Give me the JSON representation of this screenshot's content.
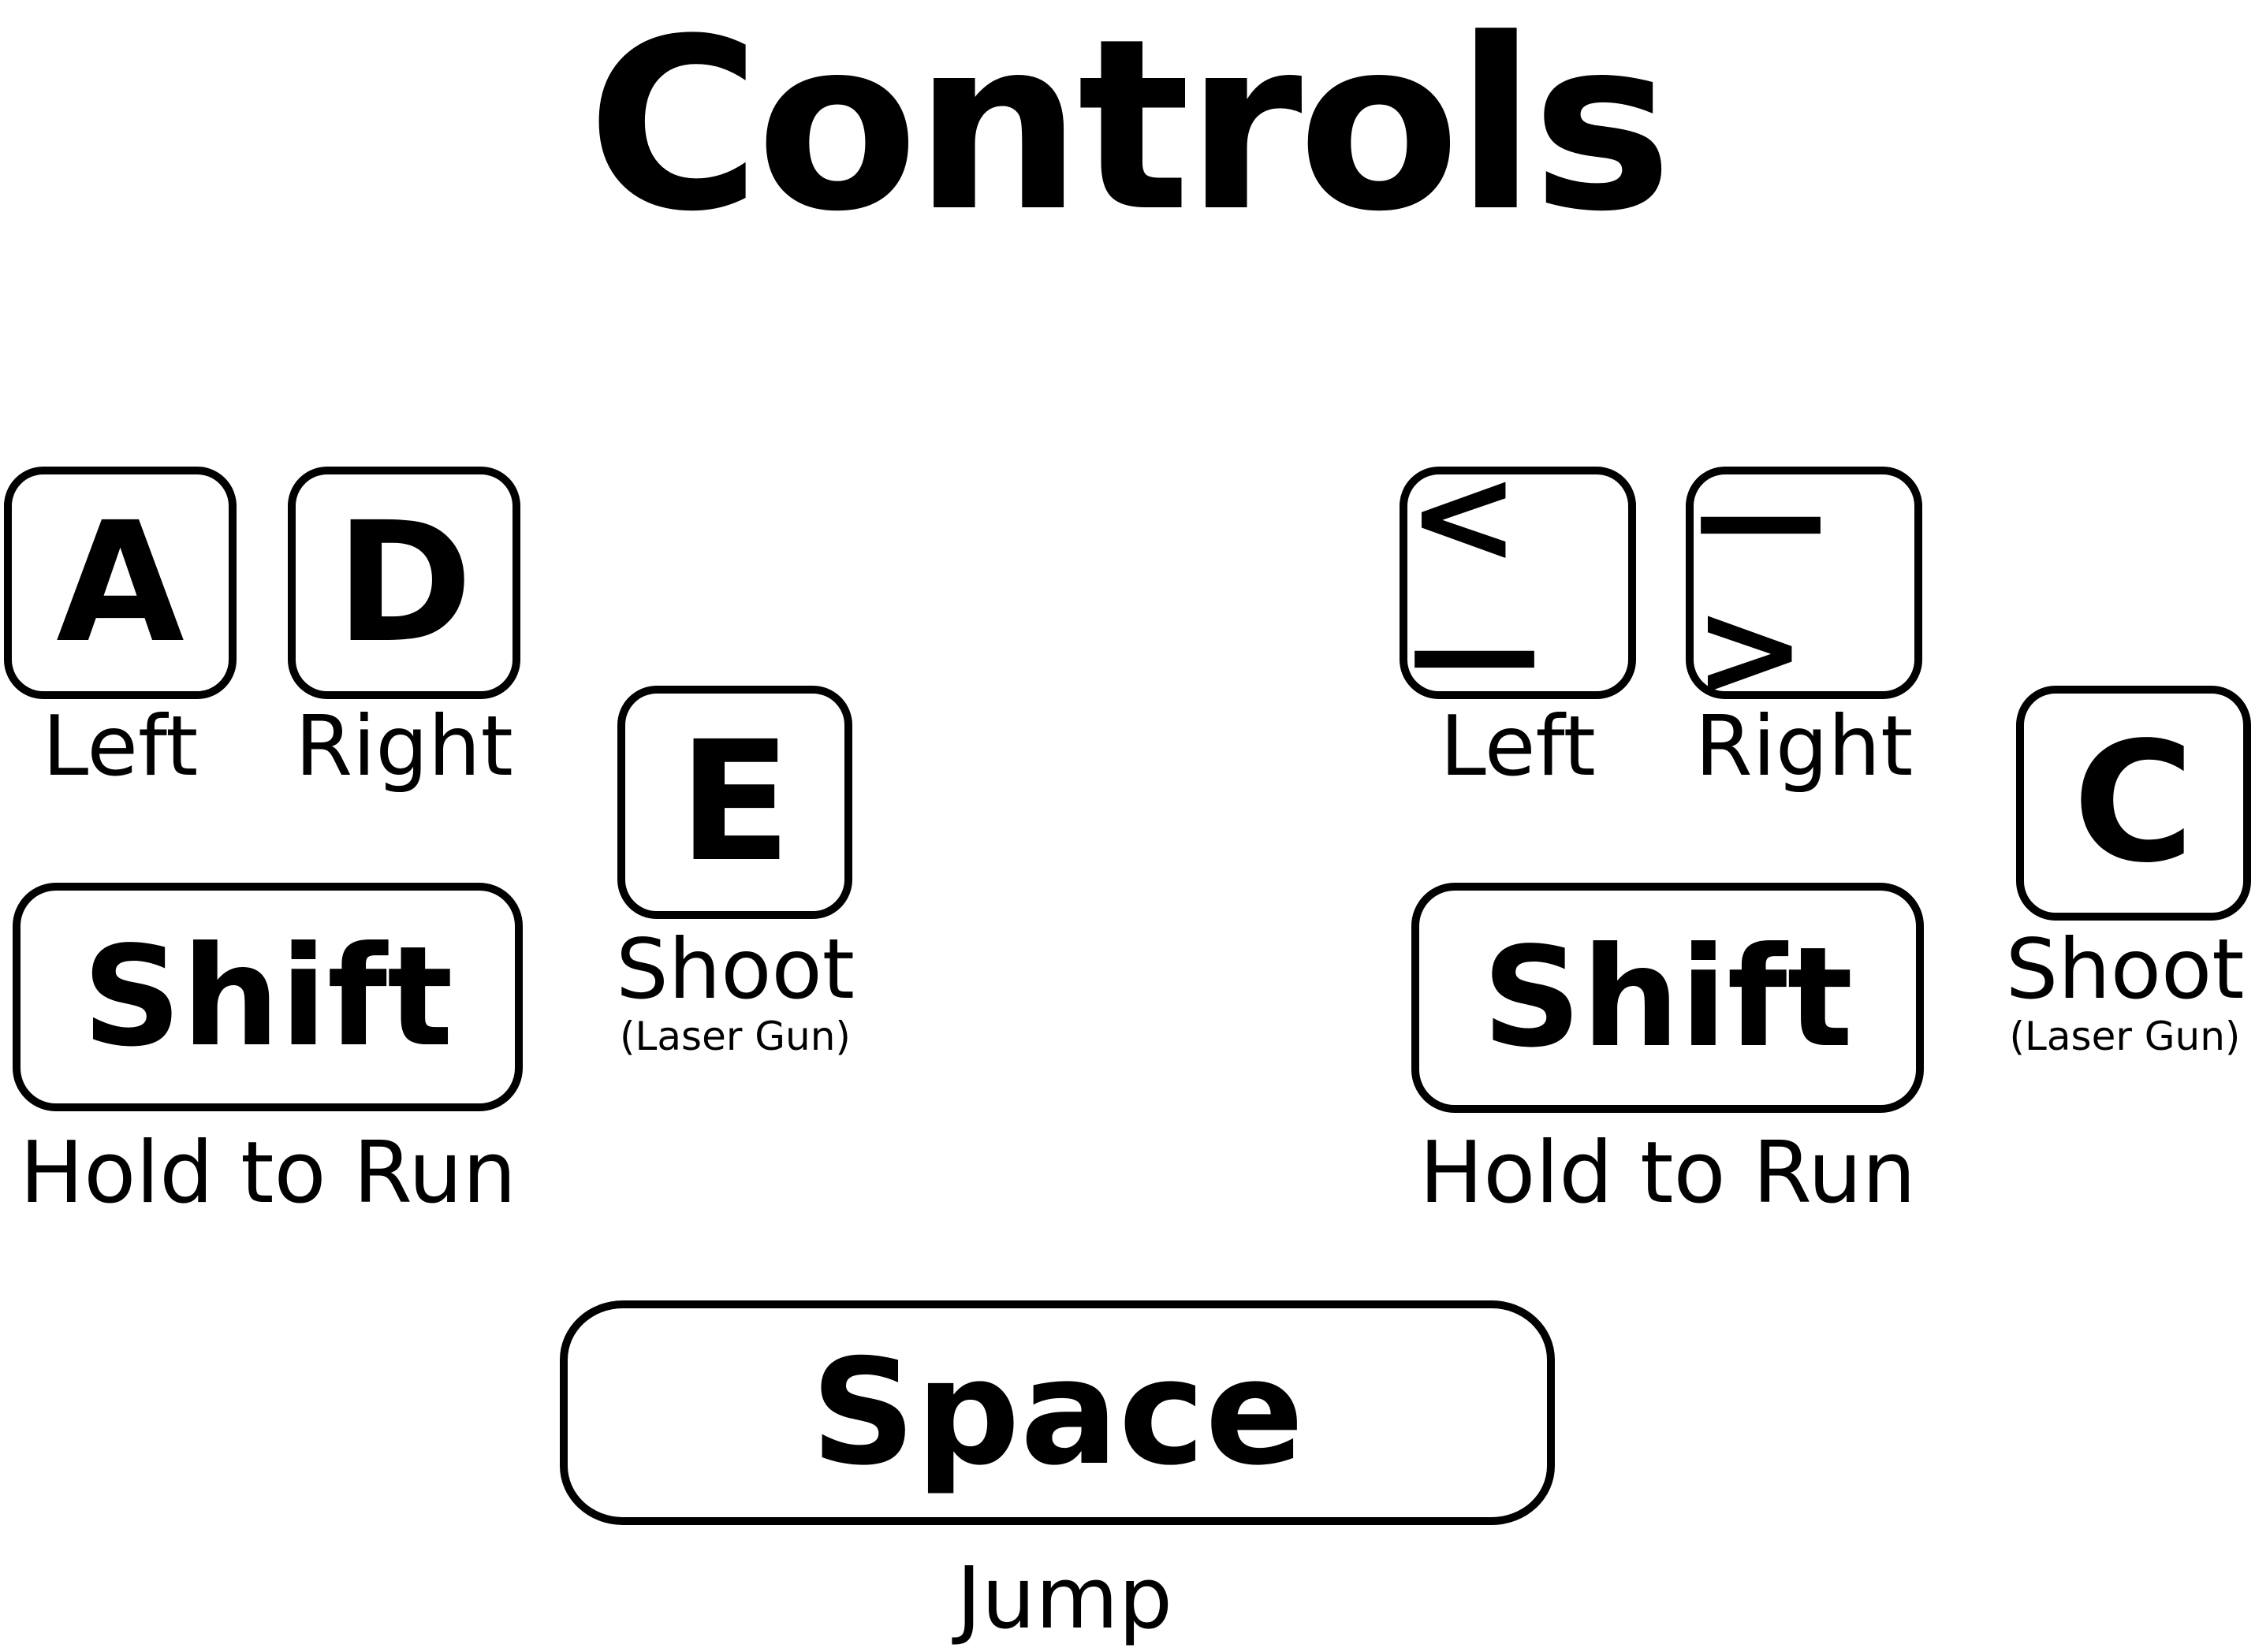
{
  "title": "Controls",
  "player_one": {
    "left_key": "A",
    "left_label": "Left",
    "right_key": "D",
    "right_label": "Right",
    "shoot_key": "E",
    "shoot_label": "Shoot",
    "shoot_sublabel": "(Laser Gun)",
    "run_key": "Shift",
    "run_label": "Hold to Run"
  },
  "player_two": {
    "left_key": "<—",
    "left_label": "Left",
    "right_key": "—>",
    "right_label": "Right",
    "shoot_key": "C",
    "shoot_label": "Shoot",
    "shoot_sublabel": "(Laser Gun)",
    "run_key": "Shift",
    "run_label": "Hold to Run"
  },
  "shared": {
    "jump_key": "Space",
    "jump_label": "Jump"
  }
}
